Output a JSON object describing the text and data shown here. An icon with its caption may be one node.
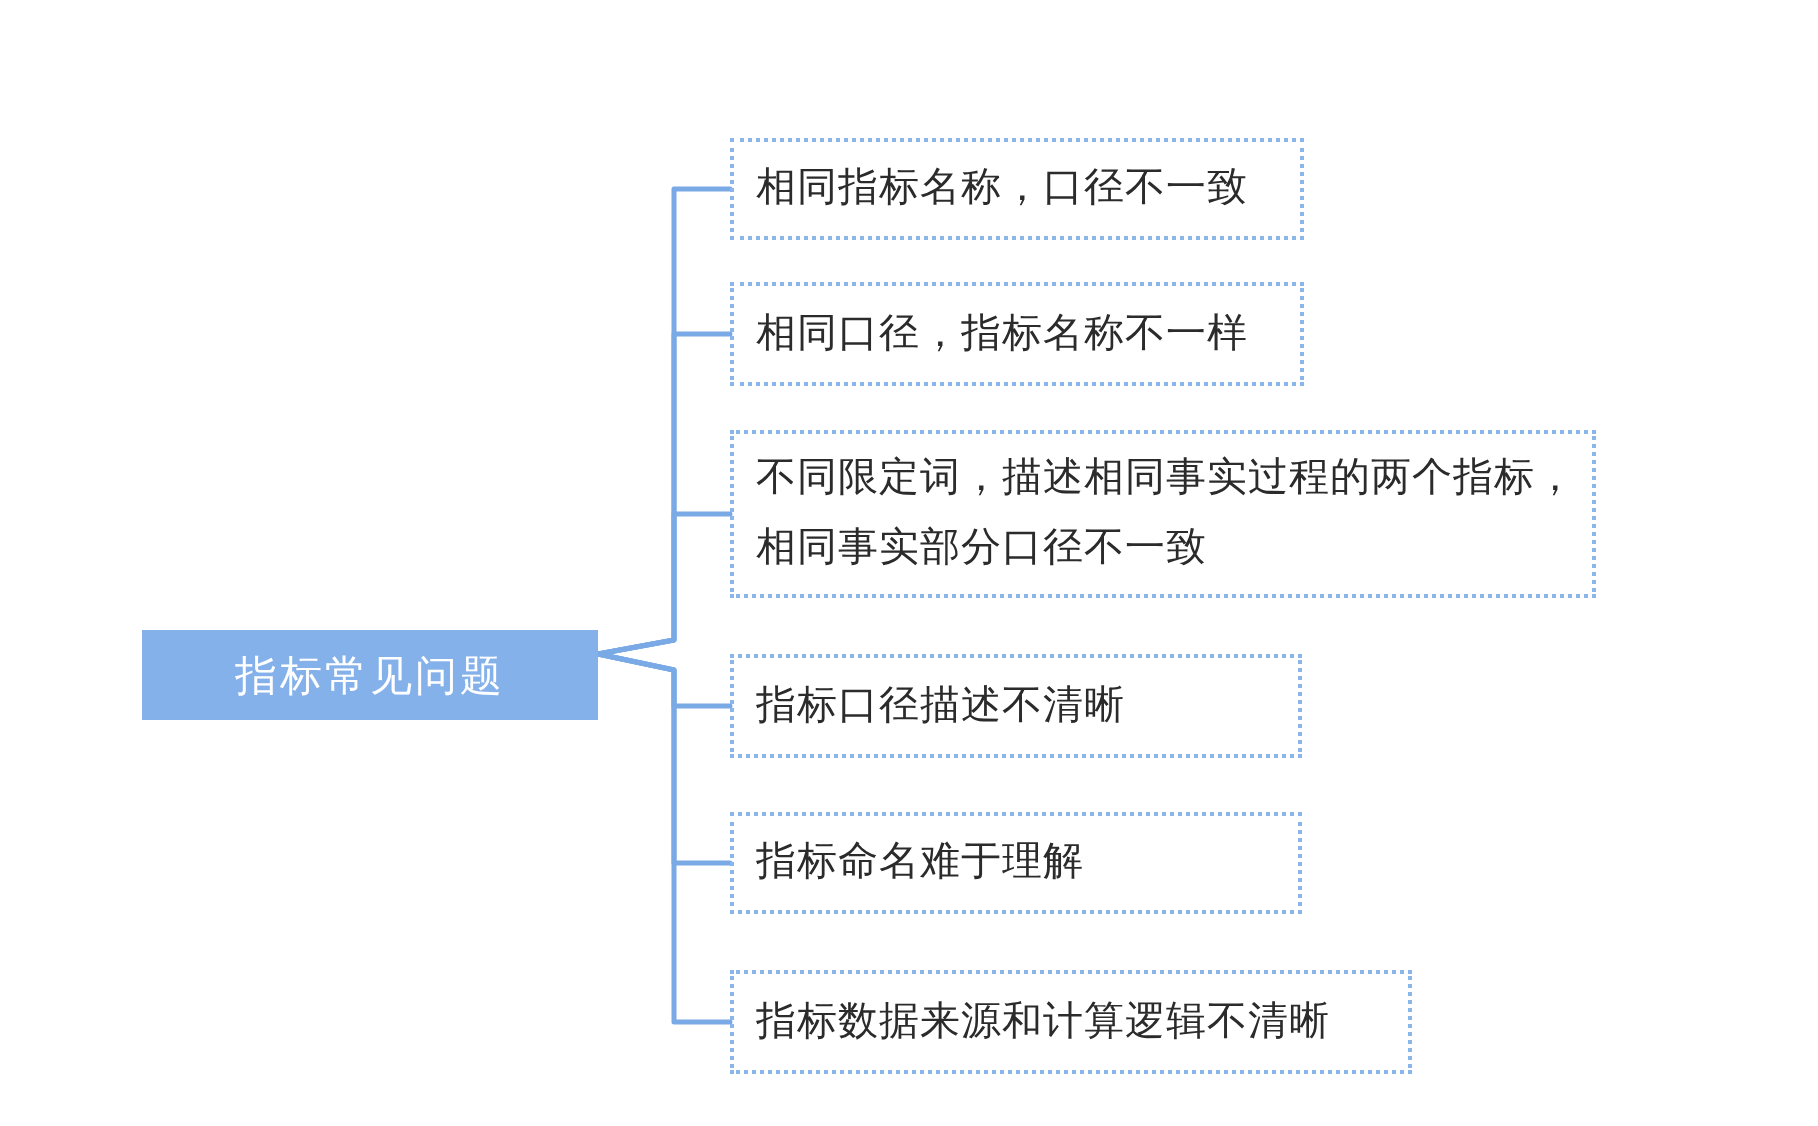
{
  "diagram": {
    "nodes": [
      {
        "text": [
          "指标常见问题"
        ]
      },
      {
        "text": [
          "相同指标名称，口径不一致"
        ]
      },
      {
        "text": [
          "相同口径，指标名称不一样"
        ]
      },
      {
        "text": [
          "不同限定词，描述相同事实过程的两个指标，相同事实部分口径不一致"
        ]
      },
      {
        "text": [
          "指标口径描述不清晰"
        ]
      },
      {
        "text": [
          "指标命名难于理解"
        ]
      },
      {
        "text": [
          "指标数据来源和计算逻辑不清晰"
        ]
      }
    ],
    "edges": [
      {
        "from": 0,
        "to": 1,
        "arrow": "none"
      },
      {
        "from": 0,
        "to": 2,
        "arrow": "none"
      },
      {
        "from": 0,
        "to": 3,
        "arrow": "none"
      },
      {
        "from": 0,
        "to": 4,
        "arrow": "none"
      },
      {
        "from": 0,
        "to": 5,
        "arrow": "none"
      },
      {
        "from": 0,
        "to": 6,
        "arrow": "none"
      }
    ]
  }
}
